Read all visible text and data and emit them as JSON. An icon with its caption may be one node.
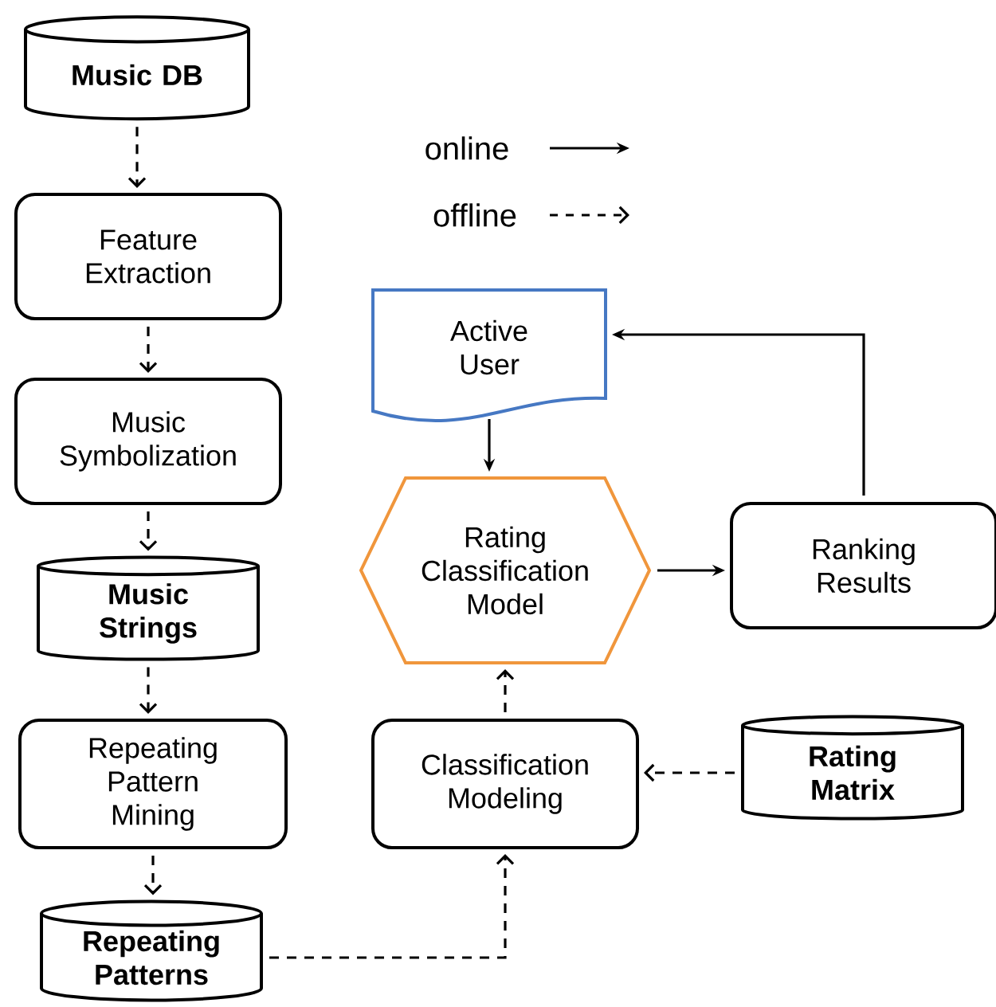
{
  "diagram": {
    "nodes": [
      {
        "text": [
          "Music DB"
        ]
      },
      {
        "text": [
          "Feature Extraction"
        ]
      },
      {
        "text": [
          "Music Symbolization"
        ]
      },
      {
        "text": [
          "Music Strings"
        ]
      },
      {
        "text": [
          "Repeating Pattern Mining"
        ]
      },
      {
        "text": [
          "Repeating Patterns"
        ]
      },
      {
        "text": [
          "Active User"
        ]
      },
      {
        "text": [
          "Rating Classification Model"
        ]
      },
      {
        "text": [
          "Ranking Results"
        ]
      },
      {
        "text": [
          "Classification Modeling"
        ]
      },
      {
        "text": [
          "Rating Matrix"
        ]
      }
    ],
    "edges": [
      {
        "from": 0,
        "to": 1,
        "arrow": "to",
        "style": "dashed"
      },
      {
        "from": 1,
        "to": 2,
        "arrow": "to",
        "style": "dashed"
      },
      {
        "from": 2,
        "to": 3,
        "arrow": "to",
        "style": "dashed"
      },
      {
        "from": 3,
        "to": 4,
        "arrow": "to",
        "style": "dashed"
      },
      {
        "from": 4,
        "to": 5,
        "arrow": "to",
        "style": "dashed"
      },
      {
        "from": 5,
        "to": 9,
        "arrow": "to",
        "style": "dashed"
      },
      {
        "from": 10,
        "to": 9,
        "arrow": "to",
        "style": "dashed"
      },
      {
        "from": 9,
        "to": 7,
        "arrow": "to",
        "style": "dashed"
      },
      {
        "from": 6,
        "to": 7,
        "arrow": "to"
      },
      {
        "from": 7,
        "to": 8,
        "arrow": "to"
      },
      {
        "from": 8,
        "to": 6,
        "arrow": "to"
      }
    ],
    "legend": [
      {
        "text": "online"
      },
      {
        "text": "offline"
      }
    ]
  }
}
